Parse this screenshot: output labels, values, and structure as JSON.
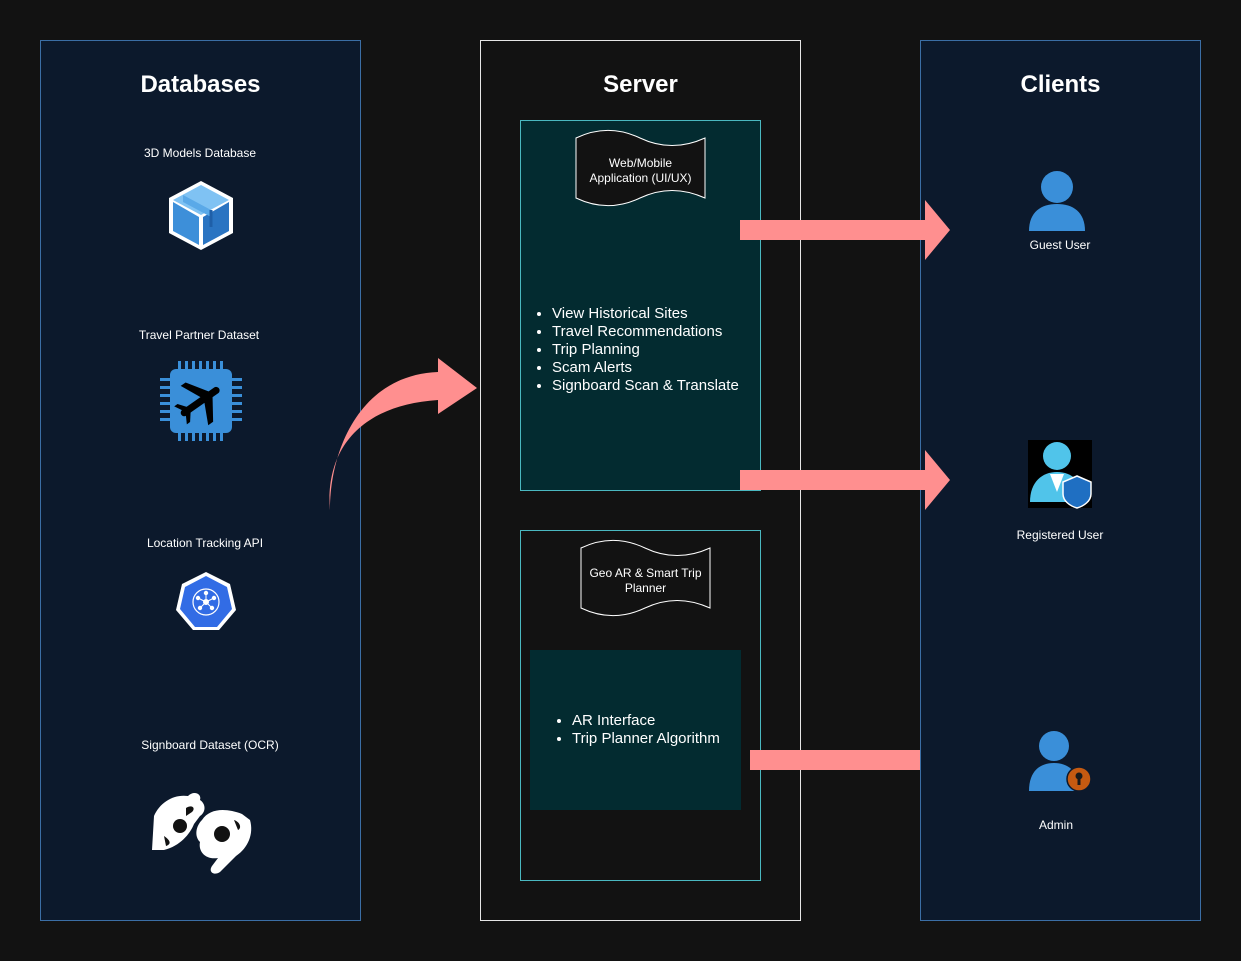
{
  "databases": {
    "title": "Databases",
    "items": [
      {
        "label": "3D Models Database",
        "icon": "cube-icon"
      },
      {
        "label": "Travel Partner Dataset",
        "icon": "airplane-chip-icon"
      },
      {
        "label": "Location Tracking API",
        "icon": "kubernetes-icon"
      },
      {
        "label": "Signboard Dataset (OCR)",
        "icon": "sign-language-icon"
      }
    ]
  },
  "server": {
    "title": "Server",
    "app": {
      "tape_label": "Web/Mobile Application (UI/UX)",
      "features": [
        "View Historical Sites",
        "Travel Recommendations",
        "Trip Planning",
        "Scam Alerts",
        "Signboard Scan & Translate"
      ]
    },
    "geo": {
      "tape_label": "Geo AR & Smart Trip Planner",
      "features": [
        "AR Interface",
        "Trip Planner Algorithm"
      ]
    }
  },
  "clients": {
    "title": "Clients",
    "items": [
      {
        "label": "Guest User",
        "icon": "user-icon"
      },
      {
        "label": "Registered User",
        "icon": "user-shield-icon"
      },
      {
        "label": "Admin",
        "icon": "user-lock-icon"
      }
    ]
  },
  "colors": {
    "background": "#121212",
    "panel": "#0c192c",
    "panel_border": "#3b6ea5",
    "app_box": "#032b30",
    "app_border": "#4ab8c0",
    "arrow": "#ff8f8f",
    "icon_blue": "#3a8fd9"
  }
}
